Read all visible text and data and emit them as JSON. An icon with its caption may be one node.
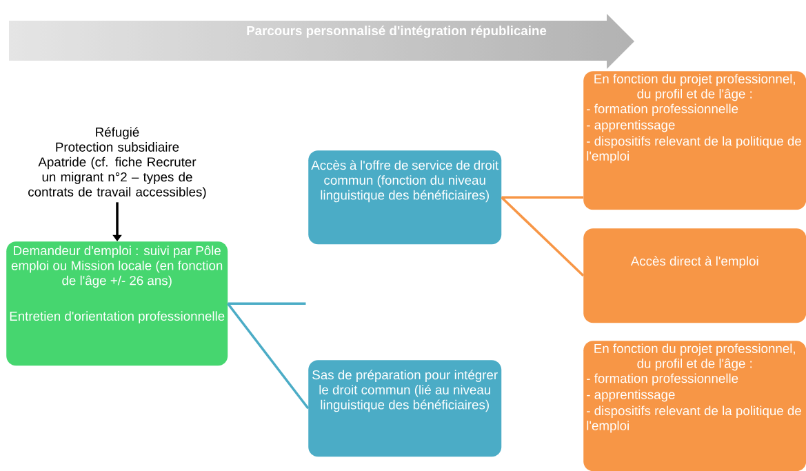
{
  "diagram": {
    "nodes": [
      {
        "text": [
          "Parcours personnalisé d'intégration républicaine"
        ]
      },
      {
        "text": [
          "Réfugié",
          "Protection subsidiaire",
          "Apatride (cf. fiche Recruter un migrant n°2 – types de contrats de travail accessibles)"
        ]
      },
      {
        "text": [
          "Demandeur d'emploi : suivi par Pôle emploi ou Mission locale (en fonction de l'âge +/- 26 ans)",
          "Entretien d'orientation professionnelle"
        ]
      },
      {
        "text": [
          "Accès à l'offre de service de droit commun (fonction du niveau linguistique des bénéficiaires)"
        ]
      },
      {
        "text": [
          "Sas de préparation pour intégrer le droit commun (lié au niveau linguistique des bénéficiaires)"
        ]
      },
      {
        "text": [
          "En fonction du projet professionnel, du profil et de l'âge :",
          "- formation professionnelle",
          "- apprentissage",
          "- dispositifs relevant de la politique de l'emploi"
        ]
      },
      {
        "text": [
          "Accès direct à l'emploi"
        ]
      },
      {
        "text": [
          "En fonction du projet professionnel, du profil et de l'âge :",
          "- formation professionnelle",
          "- apprentissage",
          "- dispositifs relevant de la politique de l'emploi"
        ]
      }
    ],
    "edges": [
      {
        "from": 1,
        "to": 2,
        "arrow": "to",
        "color": "#000000"
      },
      {
        "from": 2,
        "to": null,
        "arrow": "none",
        "color": "#4bacc6"
      },
      {
        "from": 2,
        "to": 4,
        "arrow": "none",
        "color": "#4bacc6"
      },
      {
        "from": 3,
        "to": 5,
        "arrow": "none",
        "color": "#f79646"
      },
      {
        "from": 3,
        "to": 6,
        "arrow": "none",
        "color": "#f79646"
      }
    ]
  }
}
